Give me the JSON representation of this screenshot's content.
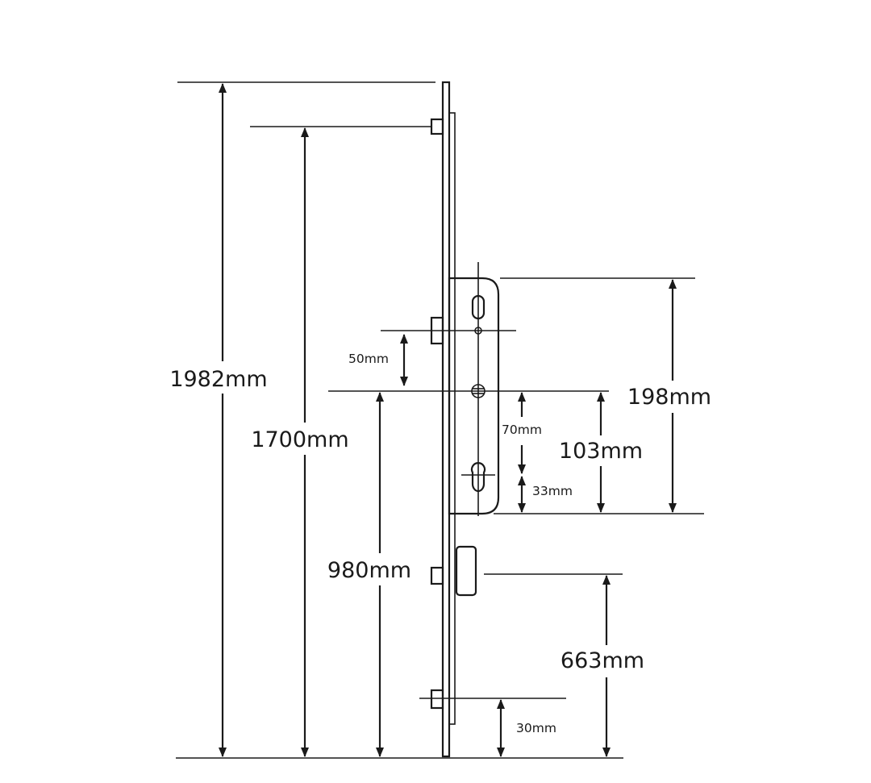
{
  "dimensions": {
    "overall_height": "1982mm",
    "top_hook_height": "1700mm",
    "handle_height": "980mm",
    "lower_hook_height": "663mm",
    "case_height": "198mm",
    "spindle_to_bottom": "103mm",
    "cam_to_spindle": "50mm",
    "centres": "70mm",
    "cylinder_to_bottom": "33mm",
    "bottom_hook_offset": "30mm"
  },
  "colors": {
    "line": "#1a1a1a",
    "background": "#ffffff"
  }
}
